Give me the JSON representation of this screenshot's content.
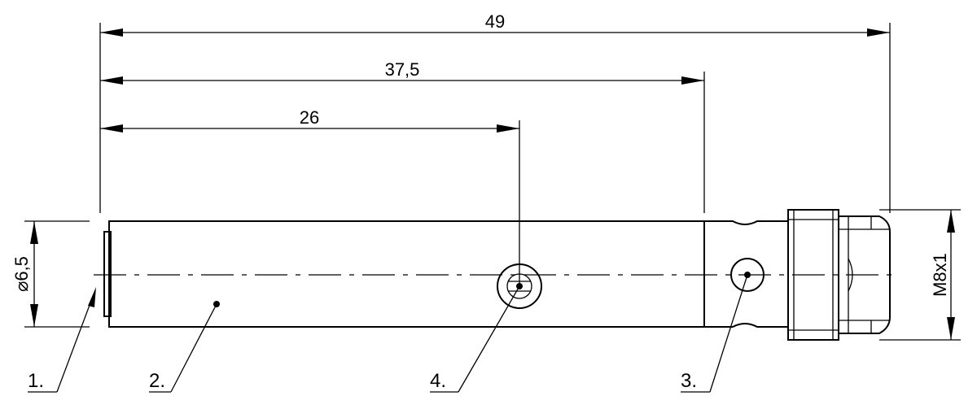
{
  "dimensions": {
    "total_length": "49",
    "body_length": "37,5",
    "led_position": "26",
    "diameter": "⌀6,5",
    "thread": "M8x1"
  },
  "callouts": {
    "c1": "1.",
    "c2": "2.",
    "c3": "3.",
    "c4": "4."
  },
  "colors": {
    "line": "#000000",
    "background": "#ffffff"
  }
}
